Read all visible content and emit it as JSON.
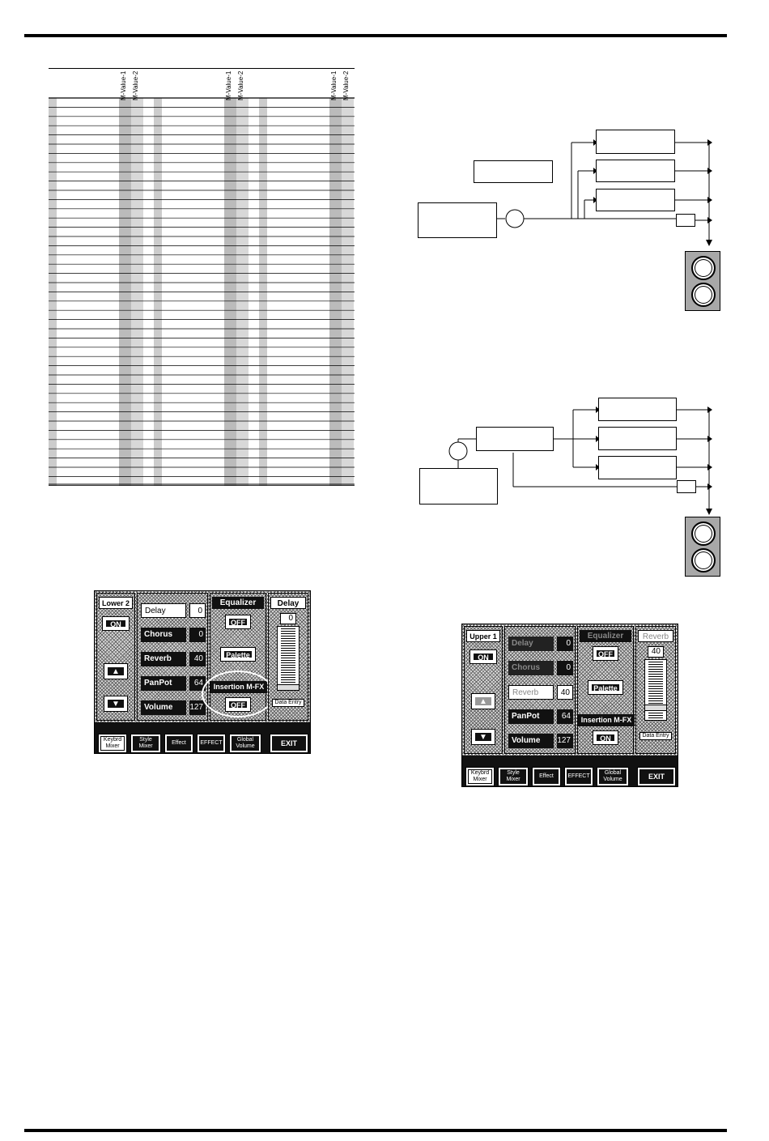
{
  "table": {
    "col_headers": [
      "M-Value-1",
      "M-Value-2",
      "M-Value-1",
      "M-Value-2",
      "M-Value-1",
      "M-Value-2"
    ],
    "row_count": 42
  },
  "screen_lower2": {
    "part": "Lower 2",
    "on_label": "ON",
    "rows": [
      {
        "label": "Delay",
        "value": "0"
      },
      {
        "label": "Chorus",
        "value": "0"
      },
      {
        "label": "Reverb",
        "value": "40"
      },
      {
        "label": "PanPot",
        "value": "64"
      },
      {
        "label": "Volume",
        "value": "127"
      }
    ],
    "equalizer": "Equalizer",
    "eq_state": "OFF",
    "palette": "Palette",
    "insertion": "Insertion M-FX",
    "ins_state": "OFF",
    "fader_title": "Delay",
    "fader_value": "0",
    "data_entry": "Data Entry",
    "tabs": [
      "Keybrd Mixer",
      "Style Mixer",
      "Effect",
      "EFFECT",
      "Global Volume",
      "EXIT"
    ]
  },
  "screen_upper1": {
    "part": "Upper 1",
    "on_label": "ON",
    "rows": [
      {
        "label": "Delay",
        "value": "0"
      },
      {
        "label": "Chorus",
        "value": "0"
      },
      {
        "label": "Reverb",
        "value": "40"
      },
      {
        "label": "PanPot",
        "value": "64"
      },
      {
        "label": "Volume",
        "value": "127"
      }
    ],
    "equalizer": "Equalizer",
    "eq_state": "OFF",
    "palette": "Palette",
    "insertion": "Insertion M-FX",
    "ins_state": "ON",
    "fader_title": "Reverb",
    "fader_value": "40",
    "data_entry": "Data Entry",
    "tabs": [
      "Keybrd Mixer",
      "Style Mixer",
      "Effect",
      "EFFECT",
      "Global Volume",
      "EXIT"
    ]
  }
}
